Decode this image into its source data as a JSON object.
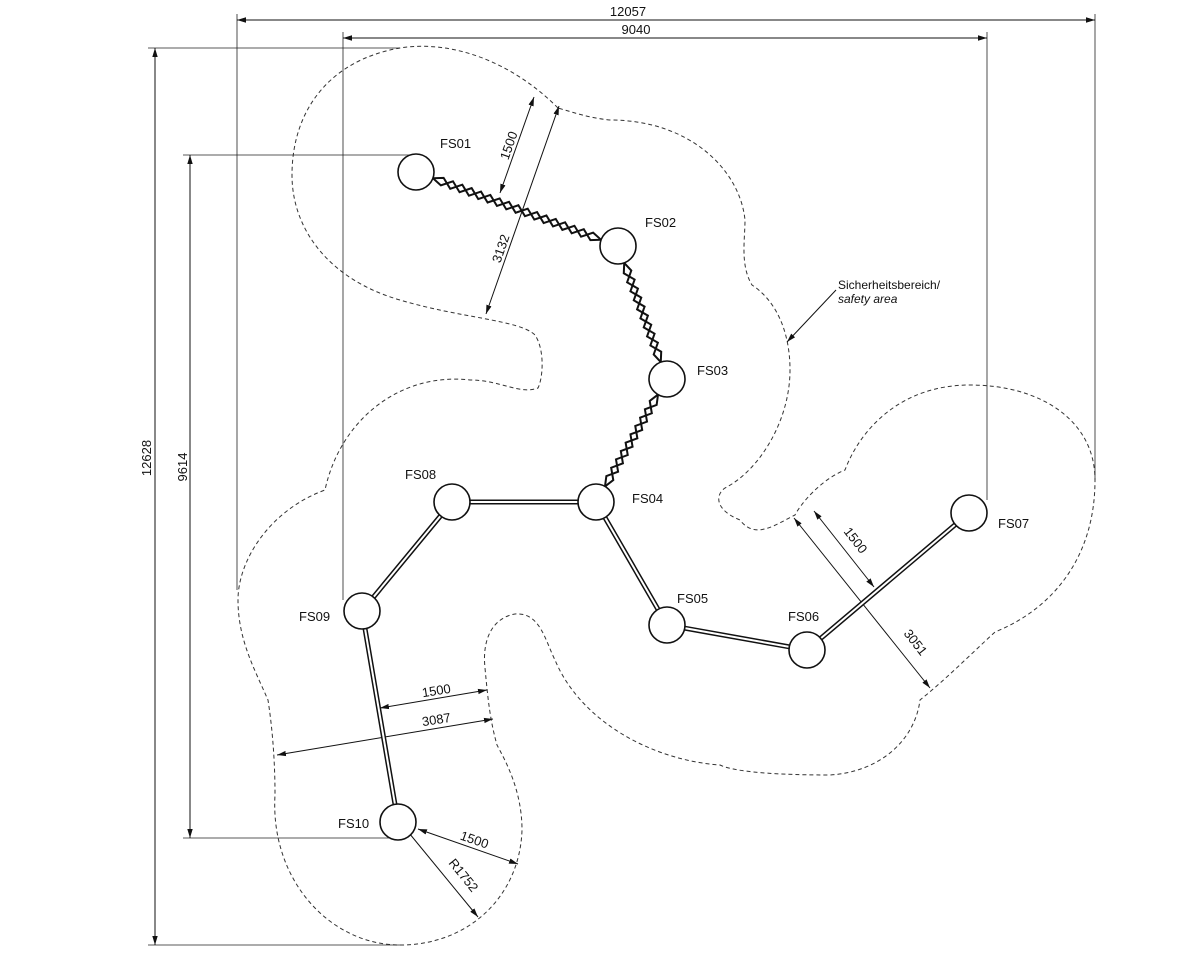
{
  "posts": [
    {
      "id": "FS01",
      "label": "FS01"
    },
    {
      "id": "FS02",
      "label": "FS02"
    },
    {
      "id": "FS03",
      "label": "FS03"
    },
    {
      "id": "FS04",
      "label": "FS04"
    },
    {
      "id": "FS05",
      "label": "FS05"
    },
    {
      "id": "FS06",
      "label": "FS06"
    },
    {
      "id": "FS07",
      "label": "FS07"
    },
    {
      "id": "FS08",
      "label": "FS08"
    },
    {
      "id": "FS09",
      "label": "FS09"
    },
    {
      "id": "FS10",
      "label": "FS10"
    }
  ],
  "connections": [
    {
      "from": "FS01",
      "to": "FS02",
      "style": "twisted"
    },
    {
      "from": "FS02",
      "to": "FS03",
      "style": "twisted"
    },
    {
      "from": "FS03",
      "to": "FS04",
      "style": "twisted"
    },
    {
      "from": "FS04",
      "to": "FS08",
      "style": "straight"
    },
    {
      "from": "FS04",
      "to": "FS05",
      "style": "straight"
    },
    {
      "from": "FS05",
      "to": "FS06",
      "style": "straight"
    },
    {
      "from": "FS06",
      "to": "FS07",
      "style": "straight"
    },
    {
      "from": "FS08",
      "to": "FS09",
      "style": "straight"
    },
    {
      "from": "FS09",
      "to": "FS10",
      "style": "straight"
    }
  ],
  "dimensions": {
    "overall_width": "12057",
    "inner_width": "9040",
    "overall_height": "12628",
    "inner_height": "9614",
    "clearance_fs01": "1500",
    "span_fs01": "3132",
    "clearance_fs07": "1500",
    "span_fs07": "3051",
    "clearance_fs09": "1500",
    "span_fs09": "3087",
    "clearance_fs10": "1500",
    "radius_fs10": "R1752"
  },
  "safety_area": {
    "label_de": "Sicherheitsbereich/",
    "label_en": "safety area"
  },
  "colors": {
    "line": "#111111",
    "background": "#ffffff"
  }
}
